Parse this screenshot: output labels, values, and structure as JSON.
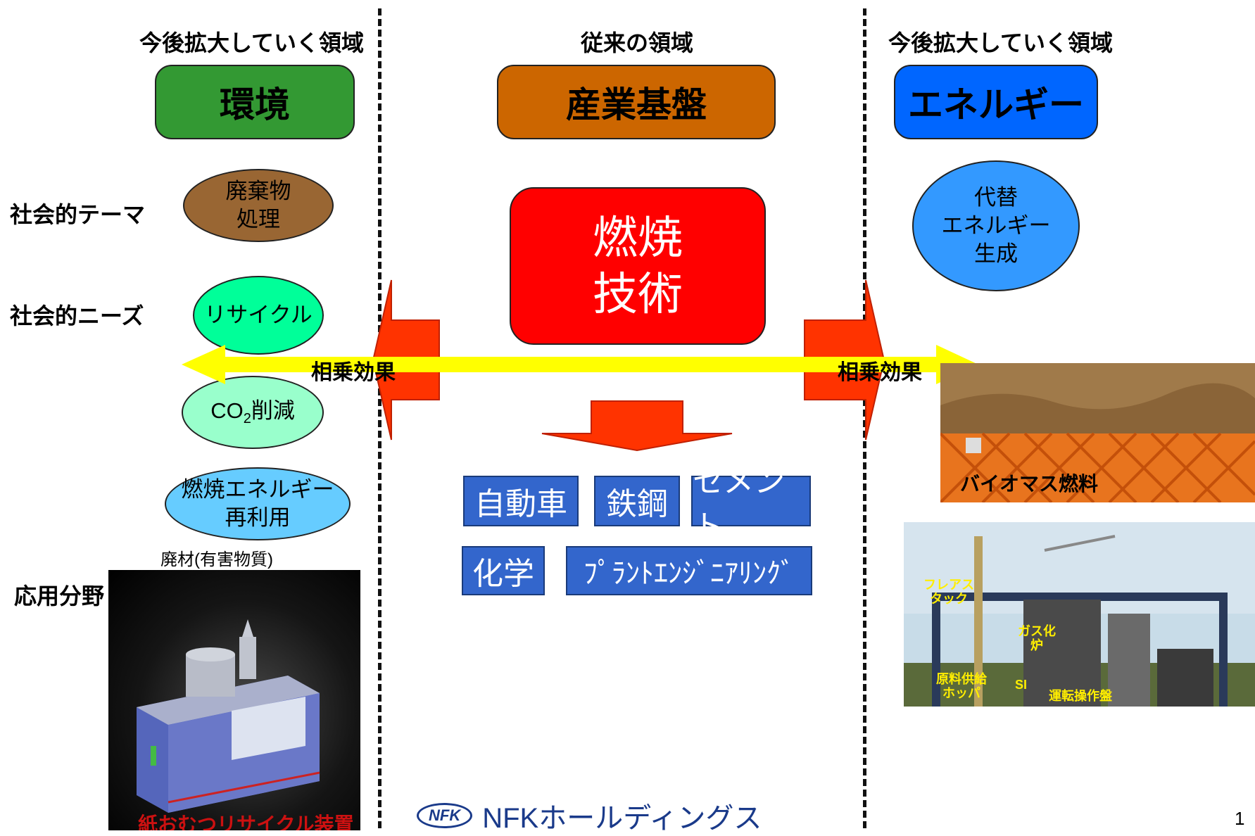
{
  "headers": {
    "left": "今後拡大していく領域",
    "center": "従来の領域",
    "right": "今後拡大していく領域"
  },
  "categories": {
    "environment": "環境",
    "industry": "産業基盤",
    "energy": "エネルギー"
  },
  "row_labels": {
    "social_theme": "社会的テーマ",
    "social_needs": "社会的ニーズ",
    "application": "応用分野"
  },
  "left_items": {
    "waste_1": "廃棄物",
    "waste_2": "処理",
    "recycle": "リサイクル",
    "co2_main": "CO",
    "co2_sub": "2",
    "co2_suffix": "削減",
    "reuse_1": "燃焼エネルギー",
    "reuse_2": "再利用",
    "waste_material": "廃材(有害物質)",
    "diaper_caption": "紙おむつリサイクル装置"
  },
  "center_items": {
    "core_1": "燃焼",
    "core_2": "技術",
    "sectors": [
      "自動車",
      "鉄鋼",
      "セメント",
      "化学",
      "ﾌﾟﾗﾝﾄｴﾝｼﾞﾆｱﾘﾝｸﾞ"
    ]
  },
  "synergy": {
    "left": "相乗効果",
    "right": "相乗効果"
  },
  "right_items": {
    "alt_1": "代替",
    "alt_2": "エネルギー",
    "alt_3": "生成",
    "biomass_caption": "バイオマス燃料",
    "plant_labels": {
      "flare": "フレアス\nタック",
      "gasifier": "ガス化\n炉",
      "feed": "原料供給\nホッパ",
      "si": "SI",
      "ops": "運転操作盤"
    }
  },
  "footer": {
    "logo_mark": "NFK",
    "company": "NFKホールディングス",
    "page": "1"
  },
  "colors": {
    "environment": "#339933",
    "industry": "#cc6600",
    "energy": "#0066ff",
    "core": "#ff0000",
    "arrow_orange": "#ff3300",
    "arrow_yellow": "#ffff00",
    "sector_blue": "#3366cc"
  }
}
